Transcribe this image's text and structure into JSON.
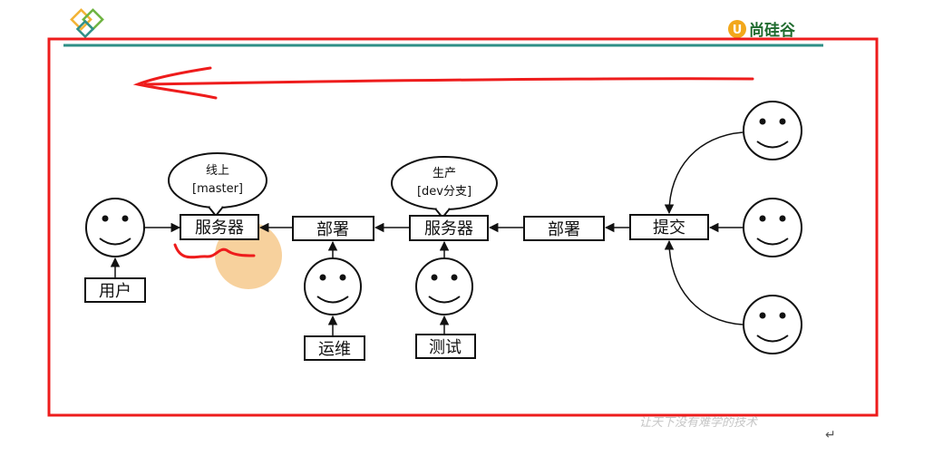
{
  "brand": {
    "name": "尚硅谷",
    "logo_letter": "U"
  },
  "diagram": {
    "user_label": "用户",
    "online_bubble": {
      "line1": "线上",
      "line2": "[master]"
    },
    "server_label": "服务器",
    "deploy_label": "部署",
    "ops_label": "运维",
    "test_bubble": {
      "line1": "生产",
      "line2": "[dev分支]"
    },
    "test_server_label": "服务器",
    "tester_label": "测试",
    "deploy2_label": "部署",
    "commit_label": "提交"
  },
  "footer": {
    "slogan": "让天下没有难学的技术",
    "return_mark": "↵"
  },
  "colors": {
    "annotation_red": "#ee1c1c",
    "header_line": "#2f8f86",
    "highlight": "#f6c98c"
  }
}
